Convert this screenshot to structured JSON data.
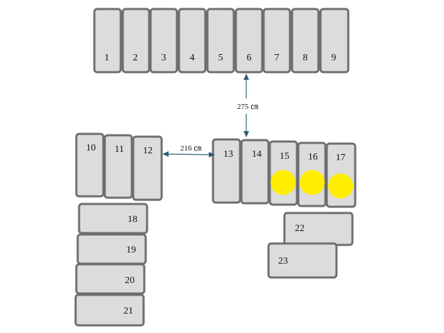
{
  "colors": {
    "slot_fill": "#dcdcdc",
    "slot_stroke": "#6e6e6e",
    "dimension_line": "#2d5f73",
    "marker": "#ffee00"
  },
  "slots": [
    {
      "id": "1",
      "label": "1"
    },
    {
      "id": "2",
      "label": "2"
    },
    {
      "id": "3",
      "label": "3"
    },
    {
      "id": "4",
      "label": "4"
    },
    {
      "id": "5",
      "label": "5"
    },
    {
      "id": "6",
      "label": "6"
    },
    {
      "id": "7",
      "label": "7"
    },
    {
      "id": "8",
      "label": "8"
    },
    {
      "id": "9",
      "label": "9"
    },
    {
      "id": "10",
      "label": "10"
    },
    {
      "id": "11",
      "label": "11"
    },
    {
      "id": "12",
      "label": "12"
    },
    {
      "id": "13",
      "label": "13"
    },
    {
      "id": "14",
      "label": "14"
    },
    {
      "id": "15",
      "label": "15",
      "marked": true
    },
    {
      "id": "16",
      "label": "16",
      "marked": true
    },
    {
      "id": "17",
      "label": "17",
      "marked": true
    },
    {
      "id": "18",
      "label": "18"
    },
    {
      "id": "19",
      "label": "19"
    },
    {
      "id": "20",
      "label": "20"
    },
    {
      "id": "21",
      "label": "21"
    },
    {
      "id": "22",
      "label": "22"
    },
    {
      "id": "23",
      "label": "23"
    }
  ],
  "dimensions": {
    "vertical_gap": "275 ㎝",
    "horizontal_gap": "216 ㎝"
  }
}
